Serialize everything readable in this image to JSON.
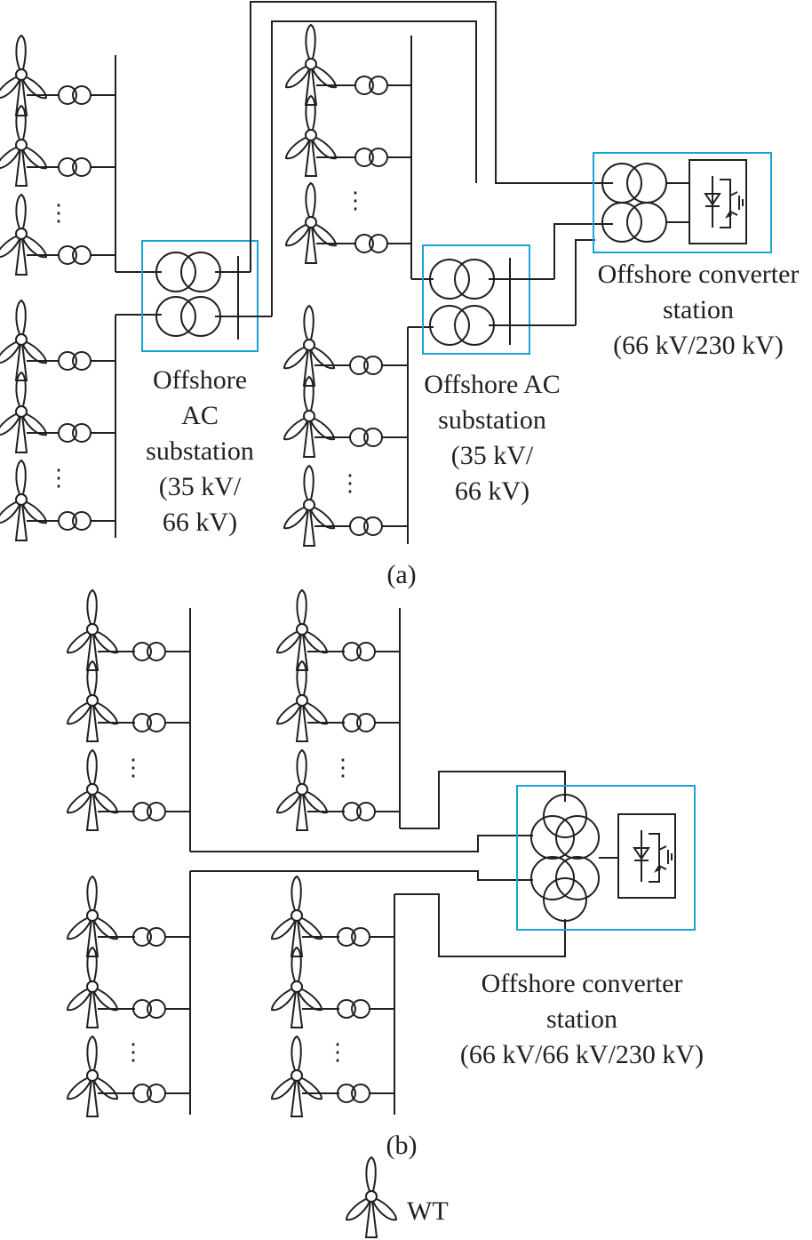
{
  "panel_a": {
    "caption": "(a)",
    "substation_1": [
      "Offshore",
      "AC",
      "substation",
      "(35 kV/",
      "66 kV)"
    ],
    "substation_2": [
      "Offshore AC",
      "substation",
      "(35 kV/",
      "66 kV)"
    ],
    "converter": [
      "Offshore converter",
      "station",
      "(66 kV/230 kV)"
    ]
  },
  "panel_b": {
    "caption": "(b)",
    "converter": [
      "Offshore converter",
      "station",
      "(66 kV/66 kV/230 kV)"
    ]
  },
  "legend": {
    "label": "WT"
  },
  "colors": {
    "line": "#231f20",
    "highlight_box": "#1aa3d4"
  }
}
